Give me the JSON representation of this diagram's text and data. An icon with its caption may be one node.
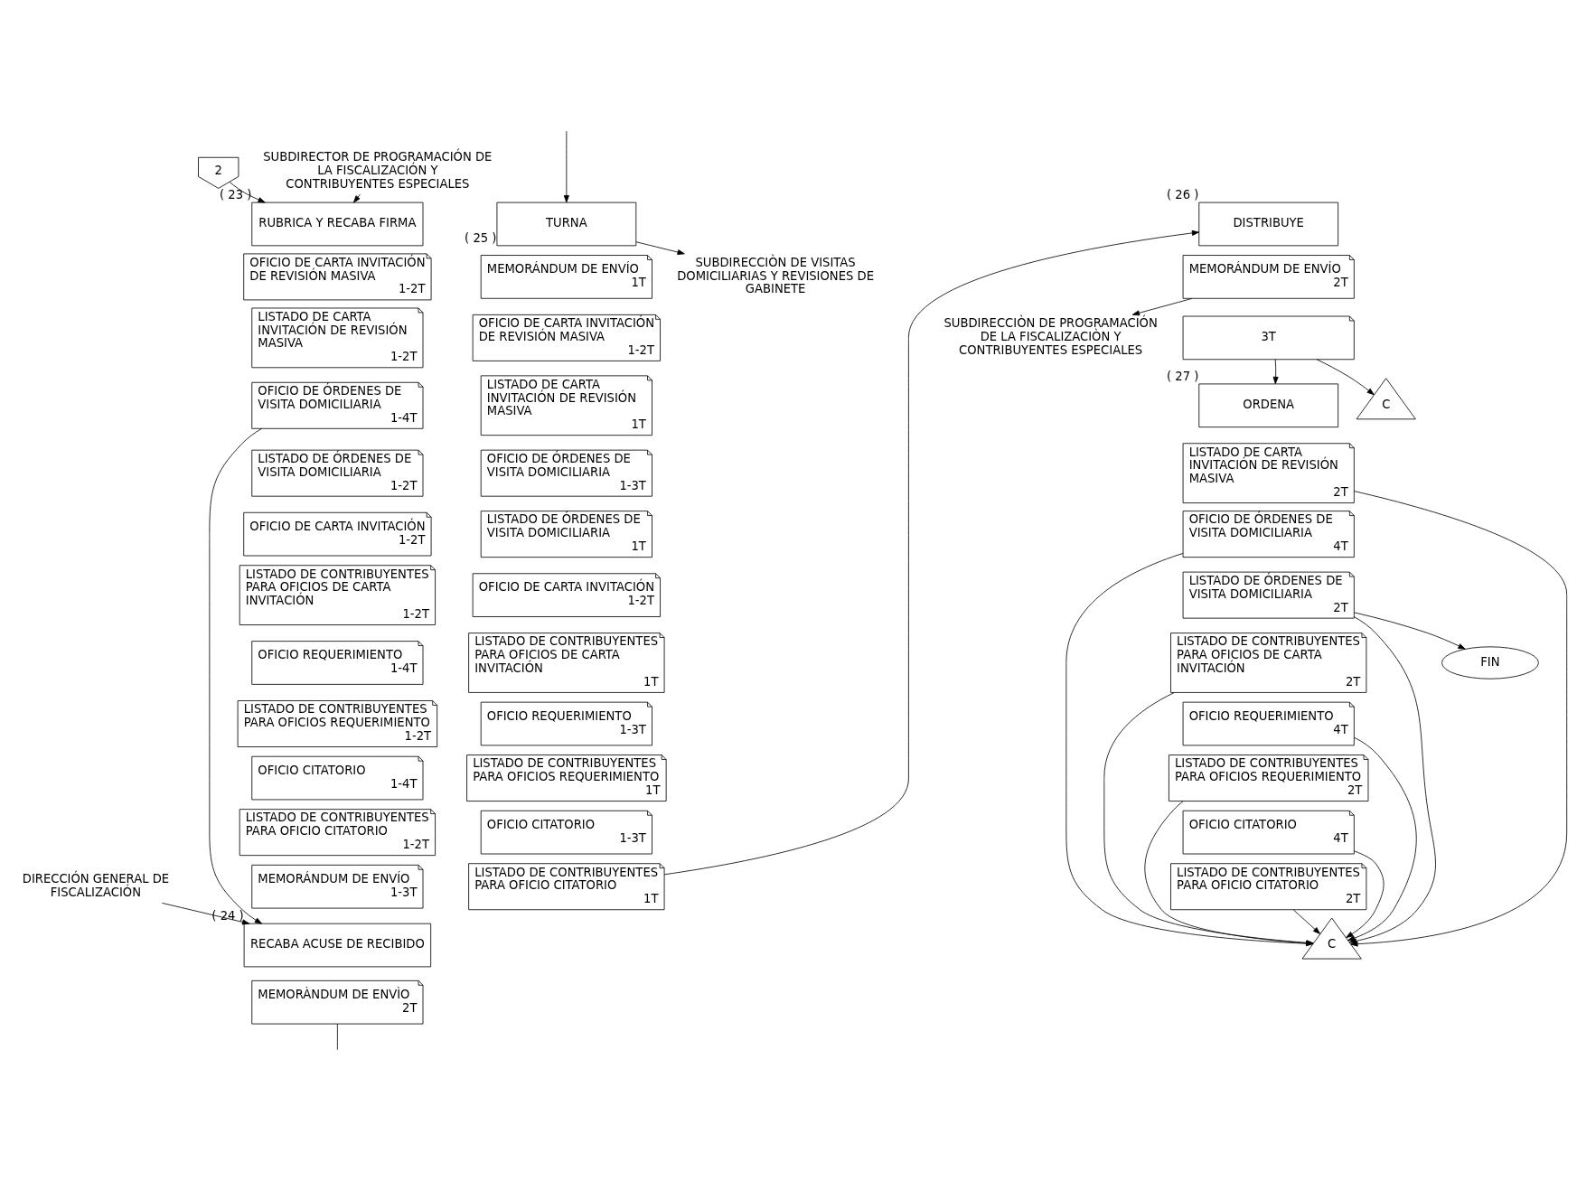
{
  "diagram": {
    "nodes": [
      {
        "text": [
          "2"
        ]
      },
      {
        "text": [
          "SUBDIRECTOR DE PROGRAMACIÓN DE LA FISCALIZACIÓN Y CONTRIBUYENTES ESPECIALES"
        ]
      },
      {
        "text": [
          "RUBRICA Y RECABA FIRMA"
        ],
        "beside": [
          "( 23 )"
        ]
      },
      {
        "text": [
          "OFICIO DE CARTA INVITACIÓN DE REVISIÓN MASIVA",
          "1-2T"
        ]
      },
      {
        "text": [
          "LISTADO DE CARTA INVITACIÓN DE REVISIÓN MASIVA",
          "1-2T"
        ]
      },
      {
        "text": [
          "OFICIO DE ÓRDENES DE VISITA DOMICILIARIA",
          "1-4T"
        ]
      },
      {
        "text": [
          "LISTADO DE ÓRDENES DE VISITA DOMICILIARIA",
          "1-2T"
        ]
      },
      {
        "text": [
          "OFICIO DE CARTA INVITACIÓN",
          "1-2T"
        ]
      },
      {
        "text": [
          "LISTADO DE CONTRIBUYENTES PARA OFICIOS DE CARTA INVITACIÓN",
          "1-2T"
        ]
      },
      {
        "text": [
          "OFICIO REQUERIMIENTO",
          "1-4T"
        ]
      },
      {
        "text": [
          "LISTADO DE CONTRIBUYENTES PARA OFICIOS REQUERIMIENTO",
          "1-2T"
        ]
      },
      {
        "text": [
          "OFICIO CITATORIO",
          "1-4T"
        ]
      },
      {
        "text": [
          "LISTADO DE CONTRIBUYENTES PARA OFICIO CITATORIO",
          "1-2T"
        ]
      },
      {
        "text": [
          "MEMORÁNDUM DE ENVÍO",
          "1-3T"
        ]
      },
      {
        "text": [
          "DIRECCIÓN GENERAL DE FISCALIZACIÓN"
        ]
      },
      {
        "text": [
          "RECABA ACUSE DE RECIBIDO"
        ],
        "beside": [
          "( 24 )"
        ]
      },
      {
        "text": [
          "MEMORÀNDUM DE ENVÌO",
          "2T"
        ]
      },
      {
        "text": [
          "SUBDIRECCIÒN DE VISITAS DOMICILIARIAS Y REVISIONES DE GABINETE"
        ]
      },
      {
        "text": [
          "TURNA"
        ],
        "beside": [
          "( 25 )"
        ]
      },
      {
        "text": [
          "MEMORÁNDUM DE ENVÍO",
          "1T"
        ]
      },
      {
        "text": [
          "OFICIO DE CARTA INVITACIÓN DE REVISIÓN MASIVA",
          "1-2T"
        ]
      },
      {
        "text": [
          "LISTADO DE CARTA INVITACIÓN DE REVISIÓN MASIVA",
          "1T"
        ]
      },
      {
        "text": [
          "OFICIO DE ÓRDENES DE VISITA DOMICILIARIA",
          "1-3T"
        ]
      },
      {
        "text": [
          "LISTADO DE ÓRDENES DE VISITA DOMICILIARIA",
          "1T"
        ]
      },
      {
        "text": [
          "OFICIO DE CARTA INVITACIÓN",
          "1-2T"
        ]
      },
      {
        "text": [
          "LISTADO DE CONTRIBUYENTES PARA OFICIOS DE CARTA INVITACIÓN",
          "1T"
        ]
      },
      {
        "text": [
          "OFICIO REQUERIMIENTO",
          "1-3T"
        ]
      },
      {
        "text": [
          "LISTADO DE CONTRIBUYENTES PARA OFICIOS REQUERIMIENTO",
          "1T"
        ]
      },
      {
        "text": [
          "OFICIO CITATORIO",
          "1-3T"
        ]
      },
      {
        "text": [
          "LISTADO DE CONTRIBUYENTES PARA OFICIO CITATORIO",
          "1T"
        ]
      },
      {
        "text": [
          "DISTRIBUYE"
        ],
        "beside": [
          "( 26 )"
        ]
      },
      {
        "text": [
          "MEMORÁNDUM DE ENVÍO",
          "2T"
        ]
      },
      {
        "text": [
          "3T"
        ]
      },
      {
        "text": [
          "SUBDIRECCIÒN DE PROGRAMACIÓN DE LA FISCALIZACIÒN Y CONTRIBUYENTES ESPECIALES"
        ]
      },
      {
        "text": [
          "C"
        ]
      },
      {
        "text": [
          "ORDENA"
        ],
        "beside": [
          "( 27 )"
        ]
      },
      {
        "text": [
          "LISTADO DE CARTA INVITACIÓN DE REVISIÓN MASIVA",
          "2T"
        ]
      },
      {
        "text": [
          "OFICIO DE ÓRDENES DE VISITA DOMICILIARIA",
          "4T"
        ]
      },
      {
        "text": [
          "LISTADO DE ÓRDENES DE VISITA DOMICILIARIA",
          "2T"
        ]
      },
      {
        "text": [
          "LISTADO DE CONTRIBUYENTES PARA OFICIOS DE CARTA INVITACIÓN",
          "2T"
        ]
      },
      {
        "text": [
          "OFICIO REQUERIMIENTO",
          "4T"
        ]
      },
      {
        "text": [
          "LISTADO DE CONTRIBUYENTES PARA OFICIOS REQUERIMIENTO",
          "2T"
        ]
      },
      {
        "text": [
          "OFICIO CITATORIO",
          "4T"
        ]
      },
      {
        "text": [
          "LISTADO DE CONTRIBUYENTES PARA OFICIO CITATORIO",
          "2T"
        ]
      },
      {
        "text": [
          "C"
        ]
      },
      {
        "text": [
          "FIN"
        ]
      }
    ],
    "edges": [
      {
        "from": 0,
        "to": 2,
        "arrow": "to"
      },
      {
        "from": 1,
        "to": 2,
        "arrow": "to"
      },
      {
        "from": 5,
        "to": 15,
        "arrow": "to"
      },
      {
        "from": 14,
        "to": 15,
        "arrow": "to"
      },
      {
        "from": 16,
        "to": null,
        "arrow": "none"
      },
      {
        "from": null,
        "to": 18,
        "arrow": "to"
      },
      {
        "from": 18,
        "to": 17,
        "arrow": "to"
      },
      {
        "from": 29,
        "to": 30,
        "arrow": "to"
      },
      {
        "from": 31,
        "to": 33,
        "arrow": "to"
      },
      {
        "from": 32,
        "to": 34,
        "arrow": "to"
      },
      {
        "from": 32,
        "to": 35,
        "arrow": "to"
      },
      {
        "from": 36,
        "to": 44,
        "arrow": "to"
      },
      {
        "from": 37,
        "to": 44,
        "arrow": "to"
      },
      {
        "from": 38,
        "to": 44,
        "arrow": "to"
      },
      {
        "from": 39,
        "to": 44,
        "arrow": "to"
      },
      {
        "from": 40,
        "to": 44,
        "arrow": "to"
      },
      {
        "from": 41,
        "to": 44,
        "arrow": "to"
      },
      {
        "from": 42,
        "to": 44,
        "arrow": "to"
      },
      {
        "from": 43,
        "to": 44,
        "arrow": "to"
      },
      {
        "from": 38,
        "to": 45,
        "arrow": "to"
      }
    ]
  }
}
